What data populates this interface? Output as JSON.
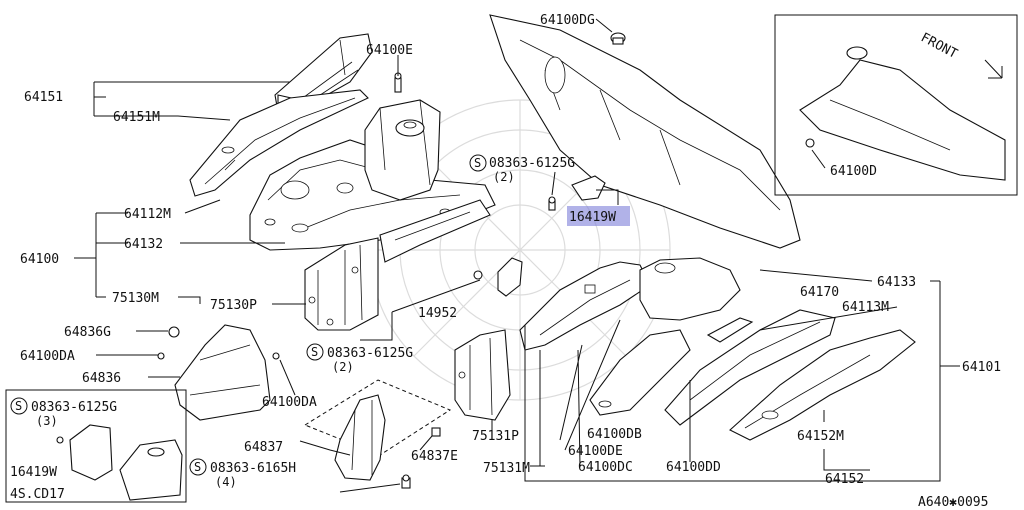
{
  "labels": {
    "p64100DG": "64100DG",
    "p64100E": "64100E",
    "p64151": "64151",
    "p64151M": "64151M",
    "s08363_6125G_a": "08363-6125G",
    "qty_a": "(2)",
    "p16419W_main": "16419W",
    "p64112M": "64112M",
    "p64132": "64132",
    "p64100": "64100",
    "p75130M": "75130M",
    "p75130P": "75130P",
    "p14952": "14952",
    "s08363_6125G_b": "08363-6125G",
    "qty_b": "(2)",
    "p64133": "64133",
    "p64170": "64170",
    "p64113M": "64113M",
    "p64101": "64101",
    "p64836G": "64836G",
    "p64100DA_a": "64100DA",
    "p64836": "64836",
    "p64100DA_b": "64100DA",
    "p64837": "64837",
    "p64837E": "64837E",
    "s08363_6165H": "08363-6165H",
    "qty_c": "(4)",
    "p75131P": "75131P",
    "p75131M": "75131M",
    "p64100DB": "64100DB",
    "p64100DE": "64100DE",
    "p64100DC": "64100DC",
    "p64100DD": "64100DD",
    "p64152M": "64152M",
    "p64152": "64152",
    "p64100D": "64100D",
    "front": "FRONT",
    "inset_s08363": "08363-6125G",
    "inset_qty": "(3)",
    "inset_16419W": "16419W",
    "inset_engine": "4S.CD17",
    "catalog_code": "A640✱0095",
    "screw_symbol": "S"
  },
  "colors": {
    "highlight": "#7d7fd8",
    "line": "#111111",
    "watermark": "#dcdcdc"
  }
}
